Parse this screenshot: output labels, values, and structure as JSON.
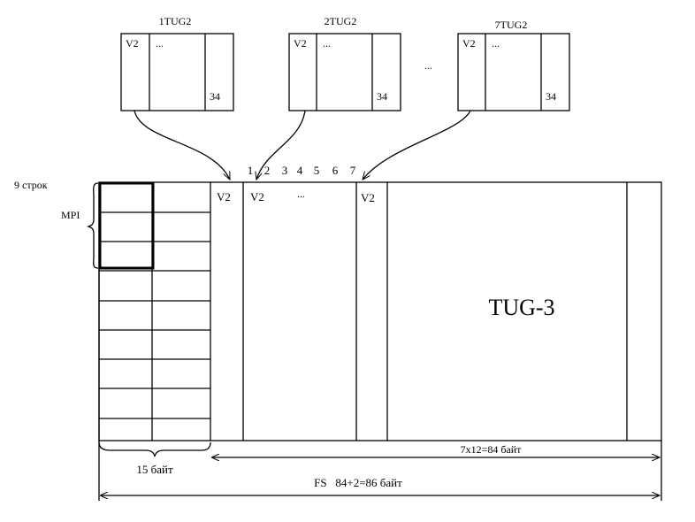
{
  "tug2_boxes": [
    {
      "title": "1TUG2",
      "first": "V2",
      "dots": "...",
      "last": "34"
    },
    {
      "title": "2TUG2",
      "first": "V2",
      "dots": "...",
      "last": "34"
    },
    {
      "title": "7TUG2",
      "first": "V2",
      "dots": "...",
      "last": "34"
    }
  ],
  "between_boxes_dots": "...",
  "column_numbers": [
    "1",
    "2",
    "3",
    "4",
    "5",
    "6",
    "7"
  ],
  "rows_label": "9 строк",
  "mpi_label": "MPI",
  "frame": {
    "v2_labels": [
      "V2",
      "V2",
      "V2"
    ],
    "inner_dots": "...",
    "tug3_label": "TUG-3"
  },
  "dimensions": {
    "payload": "7x12=84 байт",
    "overhead": "15 байт",
    "total": "FS   84+2=86 байт"
  },
  "colors": {
    "line": "#000000",
    "background": "#ffffff"
  }
}
